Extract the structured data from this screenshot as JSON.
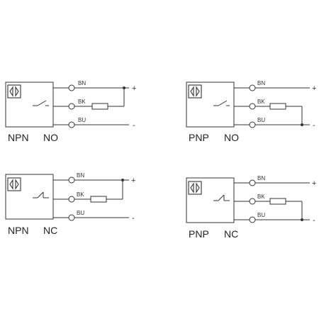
{
  "diagrams": [
    {
      "type_label": "NPN",
      "output_label": "NO",
      "switch_kind": "NO",
      "load_to": "+",
      "wires": {
        "brown": "BN",
        "black": "BK",
        "blue": "BU"
      },
      "rails": {
        "positive": "+",
        "negative": "-"
      }
    },
    {
      "type_label": "PNP",
      "output_label": "NO",
      "switch_kind": "NO",
      "load_to": "-",
      "wires": {
        "brown": "BN",
        "black": "BK",
        "blue": "BU"
      },
      "rails": {
        "positive": "+",
        "negative": "-"
      }
    },
    {
      "type_label": "NPN",
      "output_label": "NC",
      "switch_kind": "NC",
      "load_to": "+",
      "wires": {
        "brown": "BN",
        "black": "BK",
        "blue": "BU"
      },
      "rails": {
        "positive": "+",
        "negative": "-"
      }
    },
    {
      "type_label": "PNP",
      "output_label": "NC",
      "switch_kind": "NC",
      "load_to": "-",
      "wires": {
        "brown": "BN",
        "black": "BK",
        "blue": "BU"
      },
      "rails": {
        "positive": "+",
        "negative": "-"
      }
    }
  ]
}
